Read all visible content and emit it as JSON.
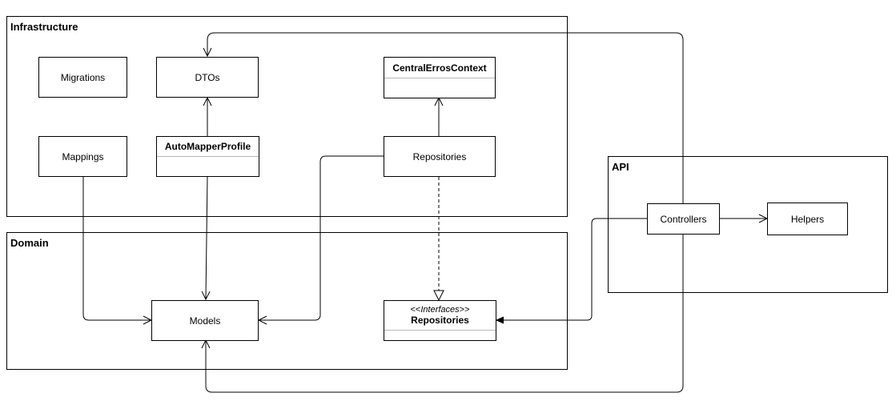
{
  "packages": {
    "infrastructure": "Infrastructure",
    "domain": "Domain",
    "api": "API"
  },
  "nodes": {
    "migrations": "Migrations",
    "dtos": "DTOs",
    "central_erros_context": "CentralErrosContext",
    "mappings": "Mappings",
    "auto_mapper_profile": "AutoMapperProfile",
    "infra_repositories": "Repositories",
    "models": "Models",
    "interfaces_stereotype_open": "<<",
    "interfaces_stereotype_name": "Interfaces",
    "interfaces_stereotype_close": ">>",
    "domain_repositories": "Repositories",
    "controllers": "Controllers",
    "helpers": "Helpers"
  }
}
